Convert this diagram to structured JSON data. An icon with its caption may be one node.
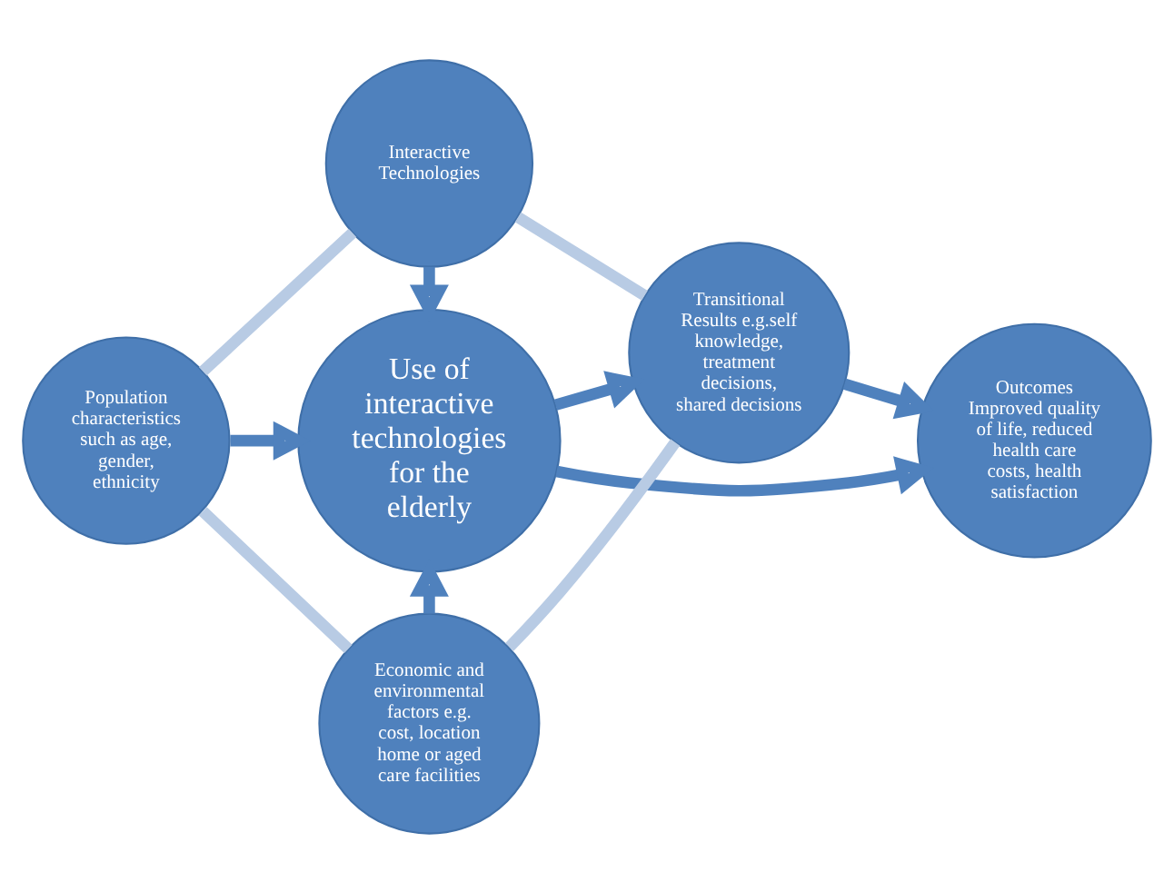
{
  "diagram": {
    "nodes": [
      {
        "text": [
          "Interactive Technologies"
        ]
      },
      {
        "text": [
          "Population characteristics such as age, gender, ethnicity"
        ]
      },
      {
        "text": [
          "Use of interactive technologies for the elderly"
        ]
      },
      {
        "text": [
          "Transitional Results e.g.self knowledge, treatment decisions, shared decisions"
        ]
      },
      {
        "text": [
          "Outcomes Improved quality of life, reduced health care costs, health satisfaction"
        ]
      },
      {
        "text": [
          "Economic and environmental factors e.g. cost, location home or aged care facilities"
        ]
      }
    ],
    "edges": [
      {
        "from": 0,
        "to": 2,
        "arrow": "to"
      },
      {
        "from": 1,
        "to": 2,
        "arrow": "to"
      },
      {
        "from": 5,
        "to": 2,
        "arrow": "to"
      },
      {
        "from": 2,
        "to": 3,
        "arrow": "to"
      },
      {
        "from": 3,
        "to": 4,
        "arrow": "to"
      },
      {
        "from": 2,
        "to": 4,
        "arrow": "to"
      },
      {
        "from": 1,
        "to": 0,
        "arrow": "none",
        "color": "#b8cbe4"
      },
      {
        "from": 0,
        "to": 3,
        "arrow": "none",
        "color": "#b8cbe4"
      },
      {
        "from": 1,
        "to": 5,
        "arrow": "none",
        "color": "#b8cbe4"
      },
      {
        "from": 5,
        "to": 3,
        "arrow": "none",
        "color": "#b8cbe4"
      }
    ]
  }
}
